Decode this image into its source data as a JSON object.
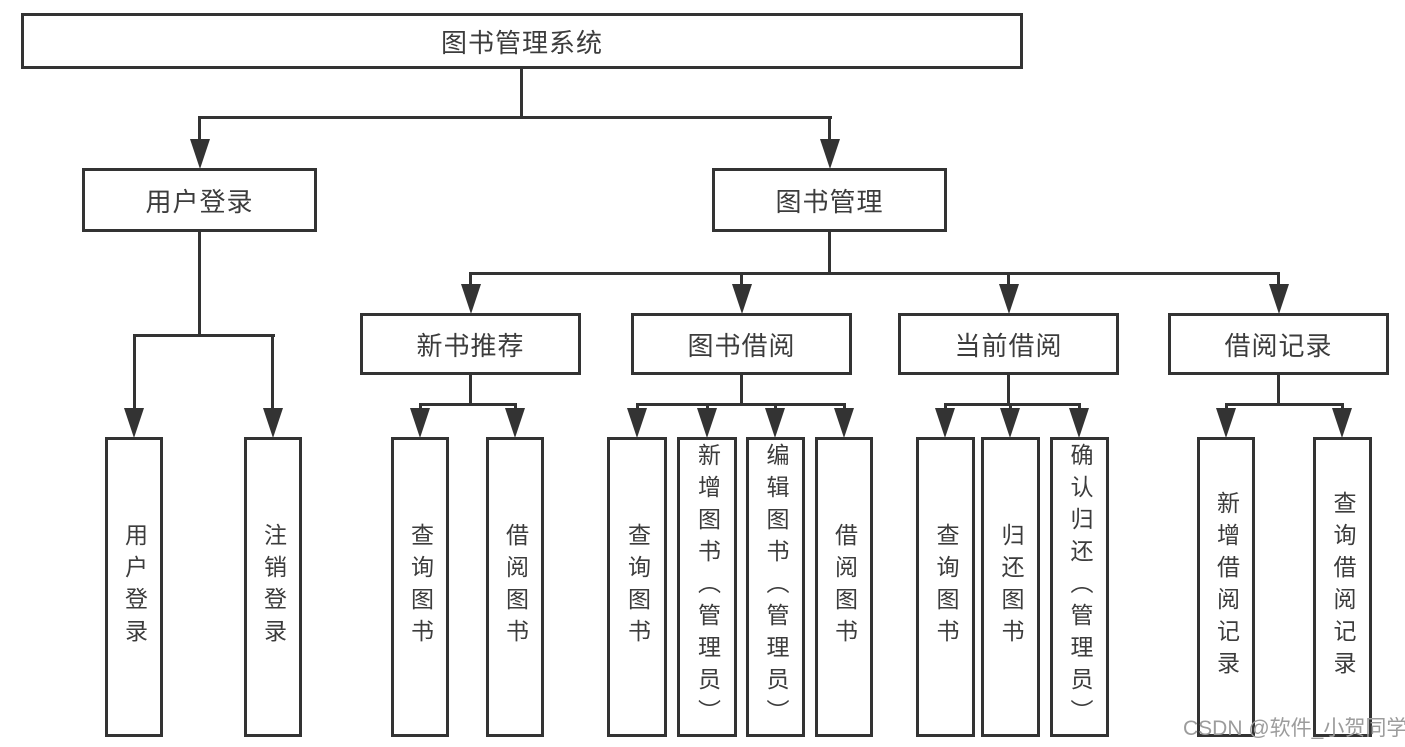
{
  "diagram": {
    "title": "图书管理系统",
    "nodes": {
      "root": "图书管理系统",
      "user_login": "用户登录",
      "book_mgmt": "图书管理",
      "new_book_rec": "新书推荐",
      "book_borrow": "图书借阅",
      "current_borrow": "当前借阅",
      "borrow_records": "借阅记录",
      "leaf_user_login": "用户登录",
      "leaf_logout": "注销登录",
      "leaf_rec_query": "查询图书",
      "leaf_rec_borrow": "借阅图书",
      "leaf_bb_query": "查询图书",
      "leaf_bb_add": "新增图书（管理员）",
      "leaf_bb_edit": "编辑图书（管理员）",
      "leaf_bb_borrow": "借阅图书",
      "leaf_cb_query": "查询图书",
      "leaf_cb_return": "归还图书",
      "leaf_cb_confirm": "确认归还（管理员）",
      "leaf_br_add": "新增借阅记录",
      "leaf_br_query": "查询借阅记录"
    },
    "colors": {
      "line": "#333333",
      "text": "#3c3c3c",
      "box_background": "#ffffff",
      "page_background": "#ffffff",
      "watermark": "#9c9c9c"
    }
  },
  "watermark": "CSDN @软件_小贺同学"
}
